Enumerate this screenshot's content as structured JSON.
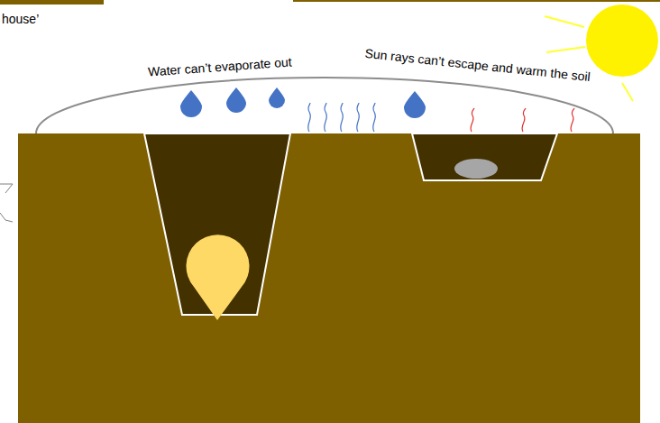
{
  "diagram": {
    "labels": [
      "house’",
      "Water can’t evaporate out",
      "Sun rays can’t escape and warm the soil"
    ]
  }
}
